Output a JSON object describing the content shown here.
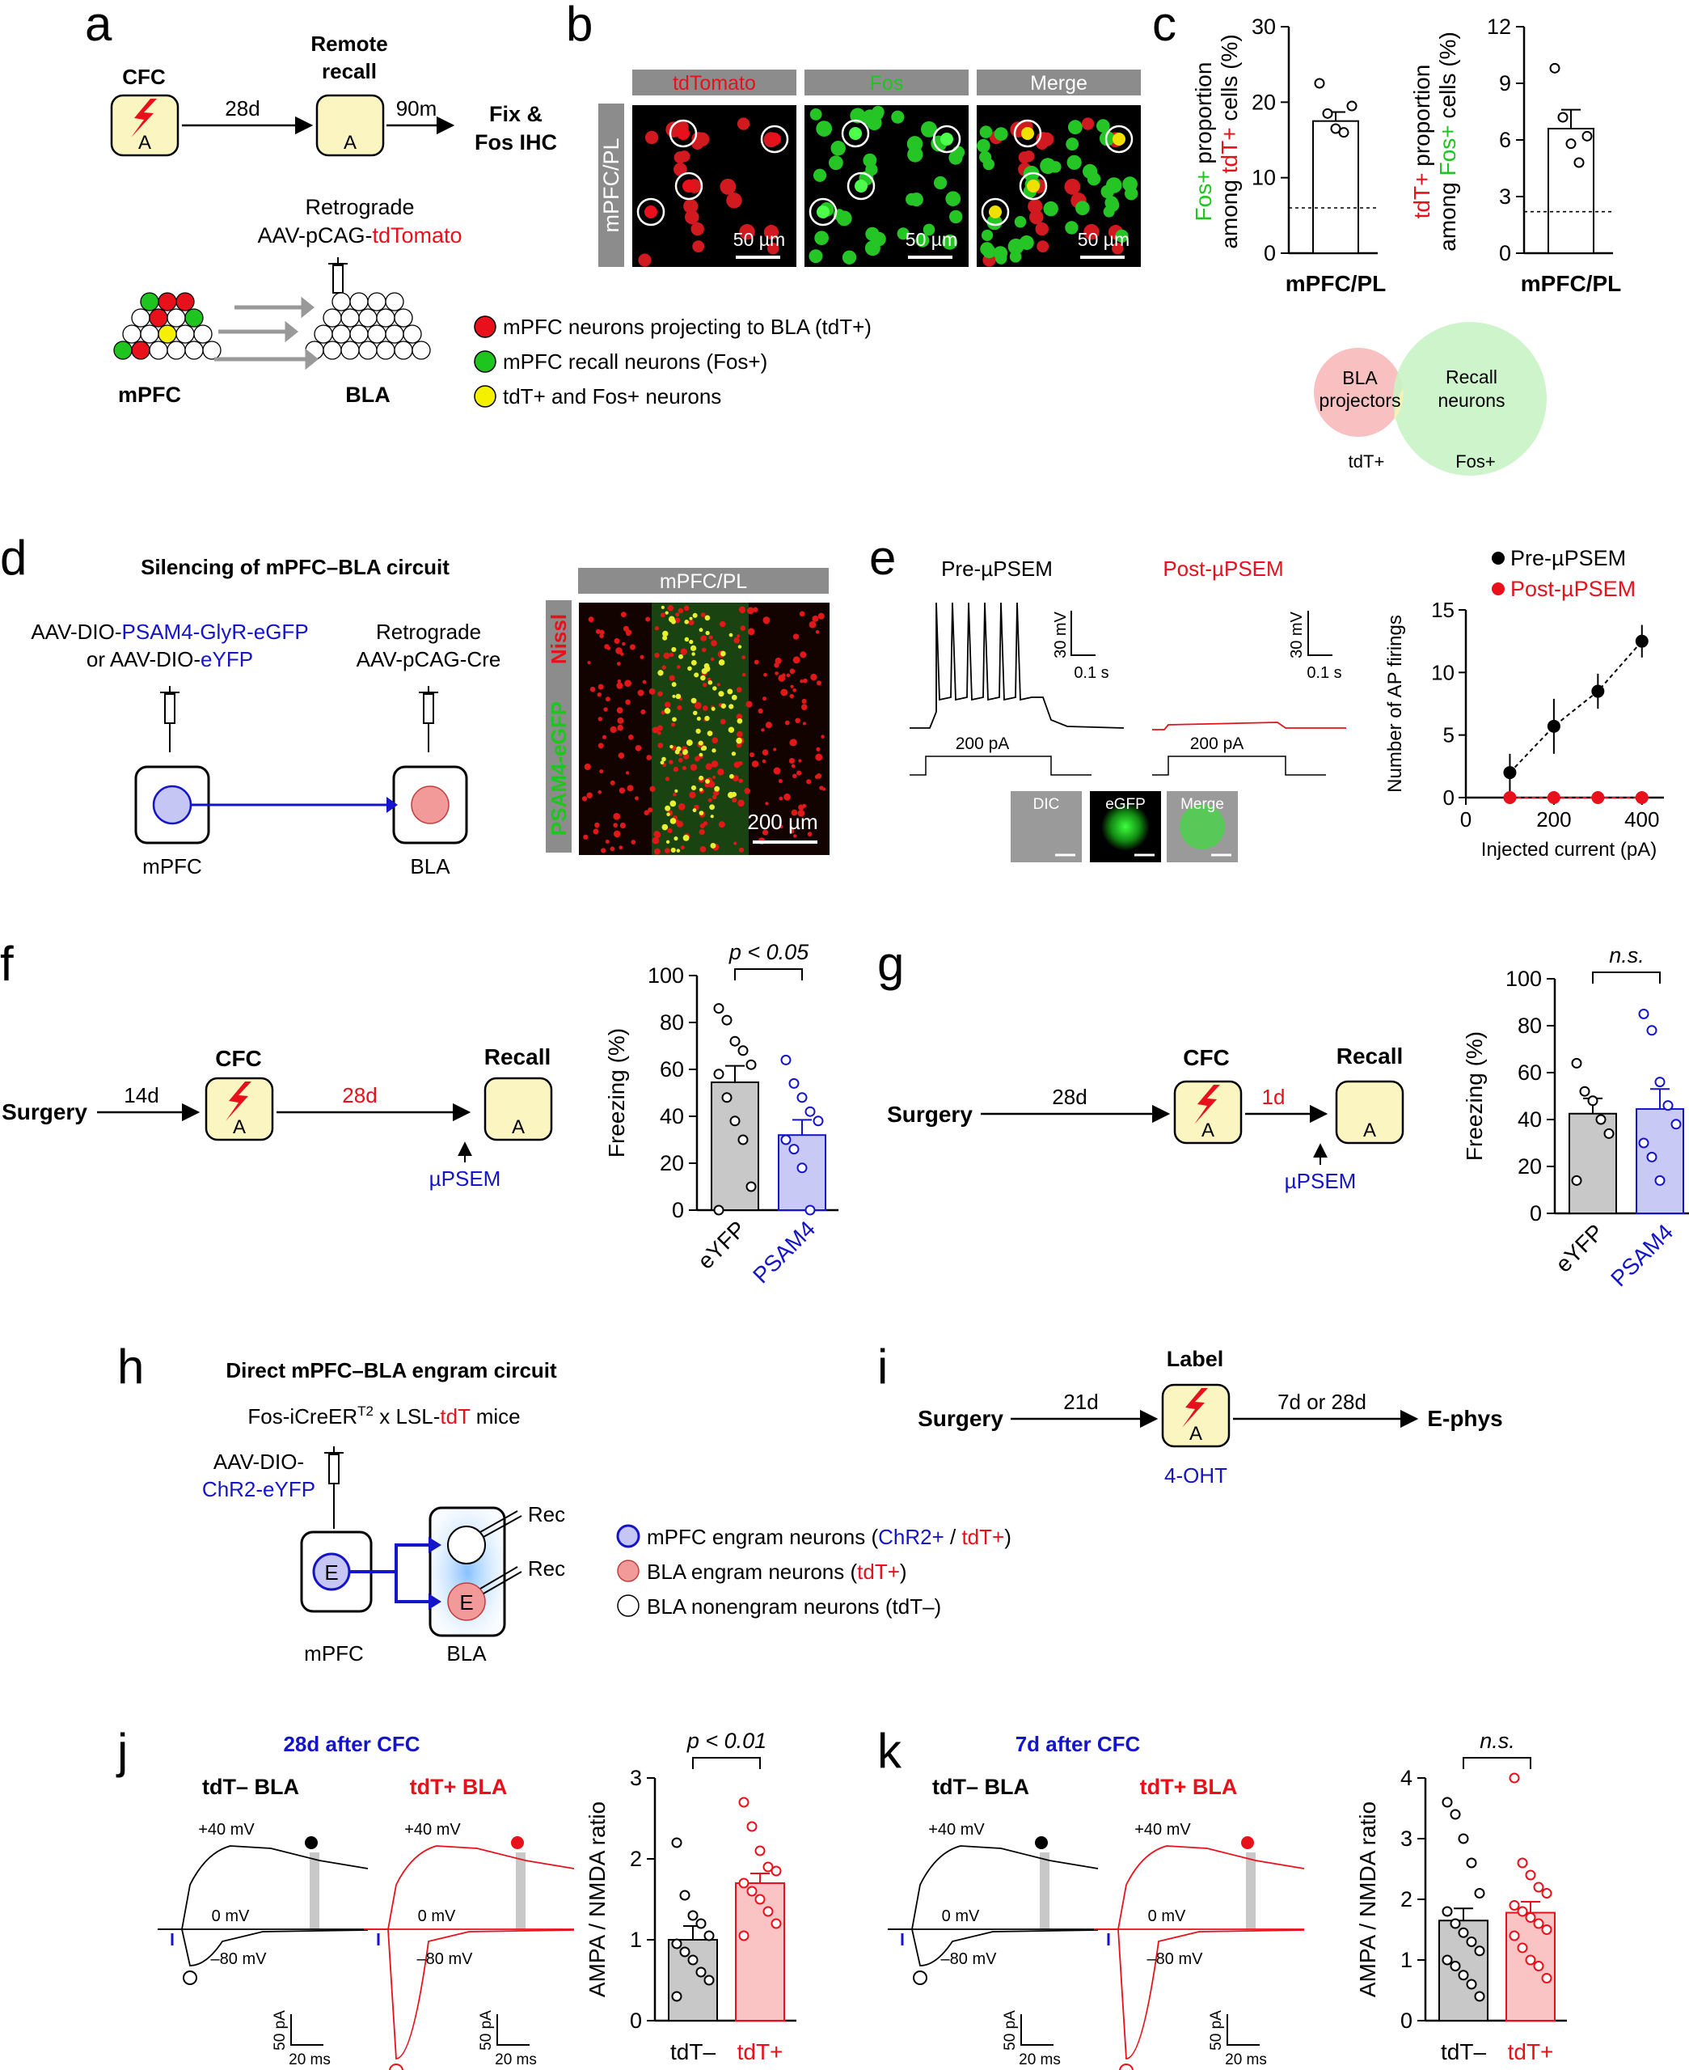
{
  "colors": {
    "red": "#e8101a",
    "green": "#1fc51f",
    "blue": "#1414c8",
    "boxfill": "#fbf5c2",
    "grayBar": "#c8c8c8",
    "blueBar": "#c9c9f5",
    "redBar": "#fbc4c4",
    "micro_gray": "#888888"
  },
  "panels": [
    "a",
    "b",
    "c",
    "d",
    "e",
    "f",
    "g",
    "h",
    "i",
    "j",
    "k"
  ],
  "a": {
    "cfc": "CFC",
    "A": "A",
    "remote": "Remote",
    "recall": "recall",
    "d28": "28d",
    "m90": "90m",
    "fix": "Fix &",
    "fosihc": "Fos IHC",
    "retro": "Retrograde",
    "aav_pre": "AAV-pCAG-",
    "aav_red": "tdTomato",
    "mpfc": "mPFC",
    "bla": "BLA",
    "legend": [
      {
        "color": "red",
        "text": "mPFC neurons projecting to BLA (tdT+)"
      },
      {
        "color": "green",
        "text": "mPFC recall neurons (Fos+)"
      },
      {
        "color": "yellow",
        "text": "tdT+ and Fos+ neurons"
      }
    ]
  },
  "b": {
    "side": "mPFC/PL",
    "headers": [
      "tdTomato",
      "Fos",
      "Merge"
    ],
    "scale": "50 µm"
  },
  "c": {
    "left": {
      "ylabel_pre": "Fos+",
      "ylabel_mid1": " proportion",
      "ylabel2_pre": "among ",
      "ylabel2_red": "tdT+",
      "ylabel2_post": " cells (%)",
      "ticks": [
        "0",
        "10",
        "20",
        "30"
      ],
      "xlabel": "mPFC/PL",
      "mean": 17.5,
      "sem": 1.2,
      "points": [
        22.5,
        18.5,
        16.5,
        16.0,
        19.5
      ],
      "chance": 6.0,
      "ymax": 30
    },
    "right": {
      "ylabel_pre": "tdT+",
      "ylabel_mid1": " proportion",
      "ylabel2_pre": "among ",
      "ylabel2_red": "Fos+",
      "ylabel2_post": " cells (%)",
      "ticks": [
        "0",
        "3",
        "6",
        "9",
        "12"
      ],
      "xlabel": "mPFC/PL",
      "mean": 6.6,
      "sem": 1.0,
      "points": [
        9.8,
        7.2,
        5.8,
        4.8,
        6.2
      ],
      "chance": 2.2,
      "ymax": 12
    },
    "venn": {
      "left": "BLA",
      "left2": "projectors",
      "right": "Recall",
      "right2": "neurons",
      "lbl_left": "tdT+",
      "lbl_right": "Fos+"
    }
  },
  "d": {
    "title": "Silencing of mPFC–BLA circuit",
    "aav1_pre": "AAV-DIO-",
    "aav1_blue": "PSAM4-GlyR-eGFP",
    "aav2_pre": "or AAV-DIO-",
    "aav2_blue": "eYFP",
    "retro": "Retrograde",
    "retro2": "AAV-pCAG-Cre",
    "mpfc": "mPFC",
    "bla": "BLA",
    "micro_header": "mPFC/PL",
    "side_red": "Nissl",
    "side_green": "PSAM4-eGFP",
    "scale": "200 µm"
  },
  "e": {
    "pre": "Pre-µPSEM",
    "post": "Post-µPSEM",
    "mv": "30 mV",
    "s": "0.1 s",
    "pa": "200 pA",
    "thumbs": [
      "DIC",
      "eGFP",
      "Merge"
    ],
    "chart_data": {
      "type": "line",
      "ylabel": "Number of AP firings",
      "xlabel": "Injected current (pA)",
      "xticks": [
        "0",
        "200",
        "400"
      ],
      "yticks": [
        "0",
        "5",
        "10",
        "15"
      ],
      "xlim": [
        0,
        450
      ],
      "ylim": [
        0,
        15
      ],
      "series": [
        {
          "name": "Pre-µPSEM",
          "color": "#000000",
          "x": [
            100,
            200,
            300,
            400
          ],
          "y": [
            2.0,
            5.7,
            8.5,
            12.5
          ],
          "err": [
            1.5,
            2.2,
            1.4,
            1.3
          ]
        },
        {
          "name": "Post-µPSEM",
          "color": "#e8101a",
          "x": [
            100,
            200,
            300,
            400
          ],
          "y": [
            0,
            0,
            0,
            0
          ],
          "err": [
            0,
            0,
            0,
            0
          ]
        }
      ]
    }
  },
  "f": {
    "surgery": "Surgery",
    "d14": "14d",
    "cfc": "CFC",
    "A": "A",
    "d28": "28d",
    "recall": "Recall",
    "drug": "µPSEM",
    "chart_data": {
      "type": "bar",
      "ylabel": "Freezing (%)",
      "yticks": [
        "0",
        "20",
        "40",
        "60",
        "80",
        "100"
      ],
      "ylim": [
        0,
        100
      ],
      "categories": [
        "eYFP",
        "PSAM4"
      ],
      "values": [
        54.5,
        32.0
      ],
      "sem": [
        7.0,
        6.5
      ],
      "sig": "p < 0.05",
      "points": [
        [
          86,
          81,
          72,
          68,
          62,
          58,
          48,
          38,
          30,
          10,
          0
        ],
        [
          64,
          54,
          48,
          42,
          38,
          30,
          26,
          18,
          0
        ]
      ]
    }
  },
  "g": {
    "surgery": "Surgery",
    "d28": "28d",
    "cfc": "CFC",
    "A": "A",
    "d1": "1d",
    "recall": "Recall",
    "drug": "µPSEM",
    "chart_data": {
      "type": "bar",
      "ylabel": "Freezing (%)",
      "yticks": [
        "0",
        "20",
        "40",
        "60",
        "80",
        "100"
      ],
      "ylim": [
        0,
        100
      ],
      "categories": [
        "eYFP",
        "PSAM4"
      ],
      "values": [
        42.5,
        44.5
      ],
      "sem": [
        6.5,
        8.5
      ],
      "sig": "n.s.",
      "points": [
        [
          64,
          52,
          48,
          40,
          34,
          14
        ],
        [
          85,
          78,
          56,
          46,
          38,
          30,
          24,
          14
        ]
      ]
    }
  },
  "h": {
    "title": "Direct mPFC–BLA engram circuit",
    "mice_pre": "Fos-iCreER",
    "mice_sup": "T2",
    "mice_mid": " x LSL-",
    "mice_red": "tdT",
    "mice_post": " mice",
    "aav1": "AAV-DIO-",
    "aav2": "ChR2-eYFP",
    "E": "E",
    "rec": "Rec",
    "mpfc": "mPFC",
    "bla": "BLA",
    "legend": [
      {
        "pre": "mPFC engram neurons (",
        "blue": "ChR2+",
        "mid": " / ",
        "red": "tdT+",
        "post": ")"
      },
      {
        "pre": "BLA engram neurons (",
        "red": "tdT+",
        "post": ")"
      },
      {
        "pre": "BLA nonengram neurons (tdT–)"
      }
    ]
  },
  "i": {
    "label": "Label",
    "surgery": "Surgery",
    "d21": "21d",
    "A": "A",
    "d7": "7d or 28d",
    "ephys": "E-phys",
    "drug": "4-OHT"
  },
  "j": {
    "title": "28d after CFC",
    "neg": "tdT– BLA",
    "pos": "tdT+ BLA",
    "p40": "+40 mV",
    "p0": "0 mV",
    "m80": "–80 mV",
    "pa": "50 pA",
    "ms": "20 ms",
    "chart_data": {
      "type": "bar",
      "ylabel": "AMPA / NMDA ratio",
      "yticks": [
        "0",
        "1",
        "2",
        "3"
      ],
      "ylim": [
        0,
        3
      ],
      "categories": [
        "tdT–",
        "tdT+"
      ],
      "values": [
        1.0,
        1.7
      ],
      "sem": [
        0.17,
        0.12
      ],
      "sig": "p < 0.01",
      "points": [
        [
          2.2,
          1.55,
          1.3,
          1.2,
          1.05,
          0.95,
          0.85,
          0.75,
          0.6,
          0.5,
          0.3
        ],
        [
          2.7,
          2.4,
          2.1,
          1.9,
          1.85,
          1.7,
          1.6,
          1.5,
          1.35,
          1.2,
          1.05
        ]
      ]
    }
  },
  "k": {
    "title": "7d after CFC",
    "neg": "tdT– BLA",
    "pos": "tdT+ BLA",
    "p40": "+40 mV",
    "p0": "0 mV",
    "m80": "–80 mV",
    "pa": "50 pA",
    "ms": "20 ms",
    "chart_data": {
      "type": "bar",
      "ylabel": "AMPA / NMDA ratio",
      "yticks": [
        "0",
        "1",
        "2",
        "3",
        "4"
      ],
      "ylim": [
        0,
        4
      ],
      "categories": [
        "tdT–",
        "tdT+"
      ],
      "values": [
        1.65,
        1.78
      ],
      "sem": [
        0.2,
        0.18
      ],
      "sig": "n.s.",
      "points": [
        [
          3.6,
          3.4,
          3.0,
          2.6,
          2.1,
          1.8,
          1.6,
          1.45,
          1.3,
          1.15,
          1.0,
          0.9,
          0.75,
          0.6,
          0.4
        ],
        [
          4.0,
          2.6,
          2.4,
          2.2,
          2.1,
          1.9,
          1.8,
          1.7,
          1.6,
          1.5,
          1.4,
          1.2,
          1.0,
          0.9,
          0.7
        ]
      ]
    }
  }
}
